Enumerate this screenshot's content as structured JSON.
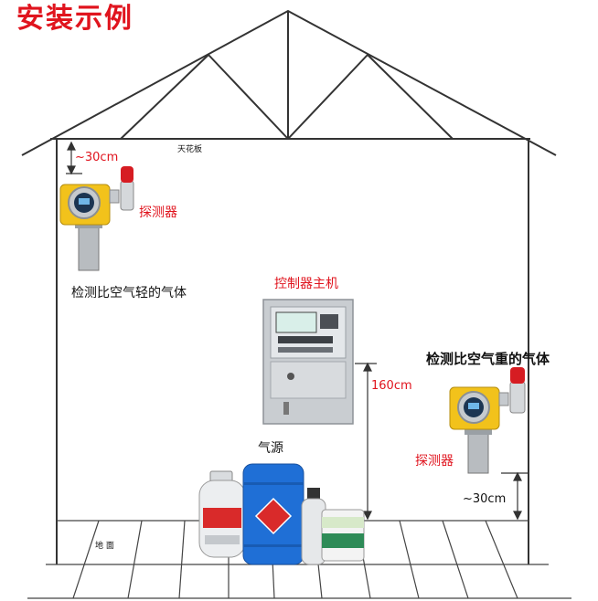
{
  "title": "安装示例",
  "labels": {
    "ceiling": "天花板",
    "floor": "地 面",
    "top_distance": "~30cm",
    "bottom_distance": "~30cm",
    "controller_height": "160cm",
    "detector_left": "探测器",
    "detector_right": "探测器",
    "controller": "控制器主机",
    "light_gas": "检测比空气轻的气体",
    "heavy_gas": "检测比空气重的气体",
    "gas_source": "气源"
  },
  "colors": {
    "accent_red": "#e0141e",
    "wall_line": "#333333",
    "detector_yellow": "#f2c21b",
    "barrel_blue": "#1f6fd6",
    "controller_body": "#c9cdd1"
  },
  "icons": {
    "detector": "gas-detector-icon",
    "controller": "control-panel-icon",
    "cylinder": "gas-cylinder-icon",
    "barrel": "blue-barrel-icon",
    "bottle": "gas-bottle-icon",
    "paint_can": "paint-can-icon"
  }
}
